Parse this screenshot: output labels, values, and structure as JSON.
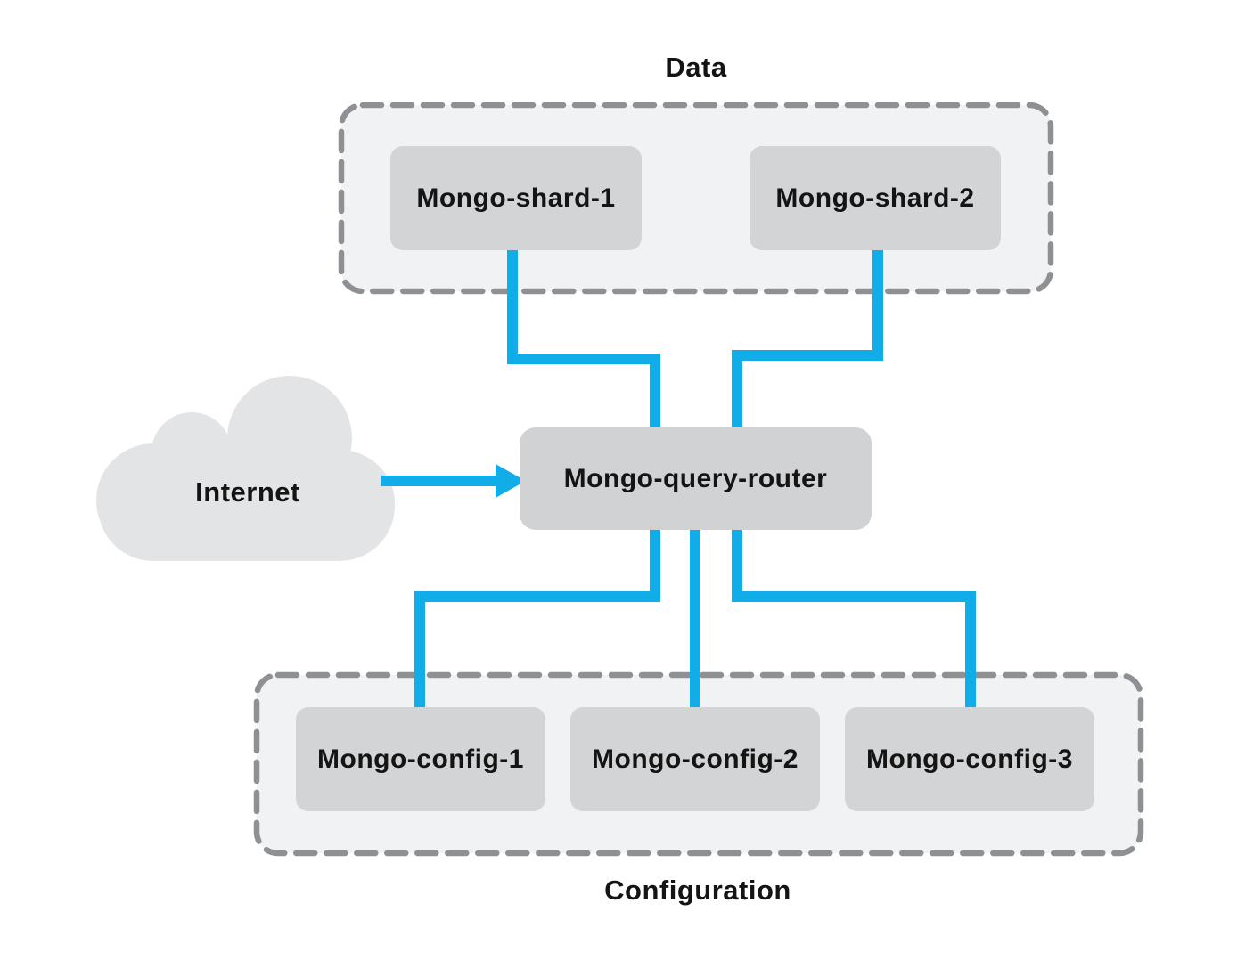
{
  "diagram": {
    "type": "architecture-diagram",
    "subject": "MongoDB sharded cluster",
    "groups": [
      {
        "id": "data",
        "label": "Data",
        "label_position": "top",
        "members": [
          "shard1",
          "shard2"
        ]
      },
      {
        "id": "configuration",
        "label": "Configuration",
        "label_position": "bottom",
        "members": [
          "config1",
          "config2",
          "config3"
        ]
      }
    ],
    "nodes": {
      "shard1": {
        "label": "Mongo-shard-1"
      },
      "shard2": {
        "label": "Mongo-shard-2"
      },
      "router": {
        "label": "Mongo-query-router"
      },
      "config1": {
        "label": "Mongo-config-1"
      },
      "config2": {
        "label": "Mongo-config-2"
      },
      "config3": {
        "label": "Mongo-config-3"
      }
    },
    "cloud": {
      "label": "Internet"
    },
    "edges": [
      {
        "from": "internet",
        "to": "router",
        "style": "arrow"
      },
      {
        "from": "shard1",
        "to": "router",
        "style": "elbow"
      },
      {
        "from": "shard2",
        "to": "router",
        "style": "elbow"
      },
      {
        "from": "router",
        "to": "config1",
        "style": "elbow"
      },
      {
        "from": "router",
        "to": "config2",
        "style": "straight"
      },
      {
        "from": "router",
        "to": "config3",
        "style": "elbow"
      }
    ],
    "colors": {
      "connector_blue": "#11ade8",
      "node_fill": "#d3d4d6",
      "router_fill": "#d0d2d4",
      "group_fill": "#f1f2f3",
      "group_border": "#8e9093",
      "cloud_fill": "#e3e4e6",
      "text": "#141414",
      "background": "#ffffff"
    }
  }
}
